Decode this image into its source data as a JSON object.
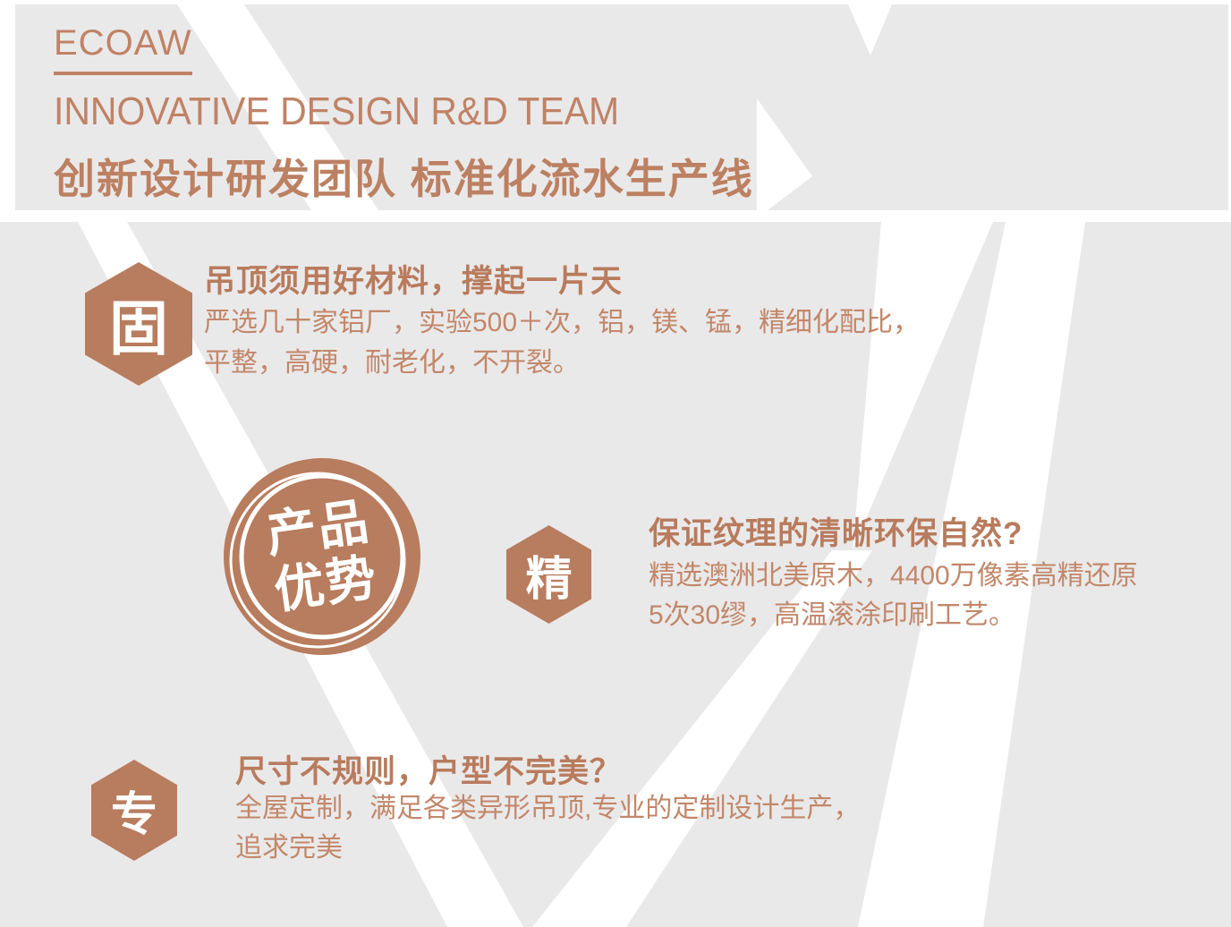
{
  "colors": {
    "copper_shape": "#b87c5e",
    "copper_heading": "#b87b5d",
    "copper_body": "#c2876a",
    "copper_header_text": "#c08266",
    "background_gray": "#eae9e9",
    "watermark_white": "#ffffff"
  },
  "header": {
    "brand": "ECOAW",
    "subtitle": "INNOVATIVE DESIGN R&D TEAM",
    "title_cn": "创新设计研发团队  标准化流水生产线"
  },
  "badge": {
    "line1": "产品",
    "line2": "优势"
  },
  "sections": [
    {
      "icon_char": "固",
      "heading": "吊顶须用好材料，撑起一片天",
      "body_line1": "严选几十家铝厂，实验500＋次，铝，镁、锰，精细化配比，",
      "body_line2": "平整，高硬，耐老化，不开裂。"
    },
    {
      "icon_char": "精",
      "heading": "保证纹理的清晰环保自然?",
      "body_line1": "精选澳洲北美原木，4400万像素高精还原",
      "body_line2": "5次30缪，高温滚涂印刷工艺。"
    },
    {
      "icon_char": "专",
      "heading": "尺寸不规则，户型不完美？",
      "body_line1": "全屋定制，满足各类异形吊顶,专业的定制设计生产，",
      "body_line2": "追求完美"
    }
  ]
}
